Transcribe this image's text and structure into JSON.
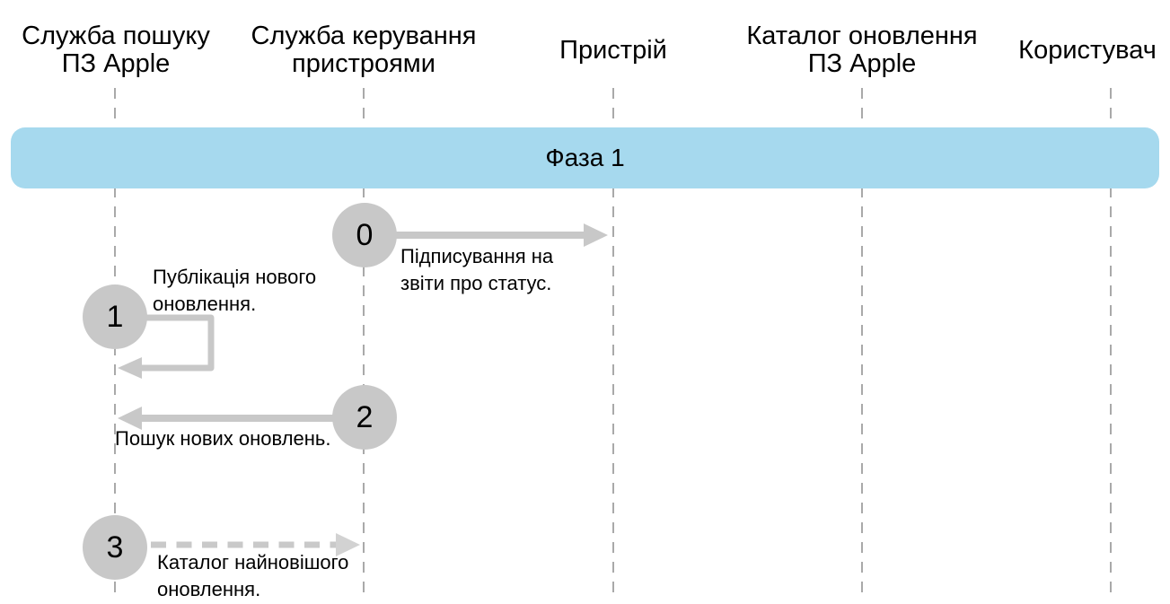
{
  "diagram": {
    "actors": [
      {
        "name": "Служба пошуку ПЗ Apple",
        "lines": [
          "Служба пошуку",
          "ПЗ Apple"
        ]
      },
      {
        "name": "Служба керування пристроями",
        "lines": [
          "Служба керування",
          "пристроями"
        ]
      },
      {
        "name": "Пристрій",
        "lines": [
          "Пристрій"
        ]
      },
      {
        "name": "Каталог оновлення ПЗ Apple",
        "lines": [
          "Каталог оновлення",
          "ПЗ Apple"
        ]
      },
      {
        "name": "Користувач",
        "lines": [
          "Користувач"
        ]
      }
    ],
    "phase": {
      "label": "Фаза 1"
    },
    "steps": [
      {
        "number": "0",
        "label": "Підписування на звіти про статус.",
        "label_lines": [
          "Підписування на",
          "звіти про статус."
        ],
        "from": "Служба керування пристроями",
        "to": "Пристрій",
        "line_style": "solid"
      },
      {
        "number": "1",
        "label": "Публікація нового оновлення.",
        "label_lines": [
          "Публікація нового",
          "оновлення."
        ],
        "from": "Служба пошуку ПЗ Apple",
        "to": "Служба пошуку ПЗ Apple",
        "line_style": "self-loop"
      },
      {
        "number": "2",
        "label": "Пошук нових оновлень.",
        "label_lines": [
          "Пошук нових оновлень."
        ],
        "from": "Служба керування пристроями",
        "to": "Служба пошуку ПЗ Apple",
        "line_style": "solid"
      },
      {
        "number": "3",
        "label": "Каталог найновішого оновлення.",
        "label_lines": [
          "Каталог найновішого",
          "оновлення."
        ],
        "from": "Служба пошуку ПЗ Apple",
        "to": "Служба керування пристроями",
        "line_style": "dashed"
      }
    ],
    "colors": {
      "phase_fill": "#a6d9ee",
      "connector": "#c8c8c8",
      "dashed_arrowhead": "#d2d2d2",
      "lifeline": "#a9a9a9",
      "step_circle_fill": "#c8c8c8",
      "text": "#000000",
      "background": "#ffffff"
    }
  }
}
